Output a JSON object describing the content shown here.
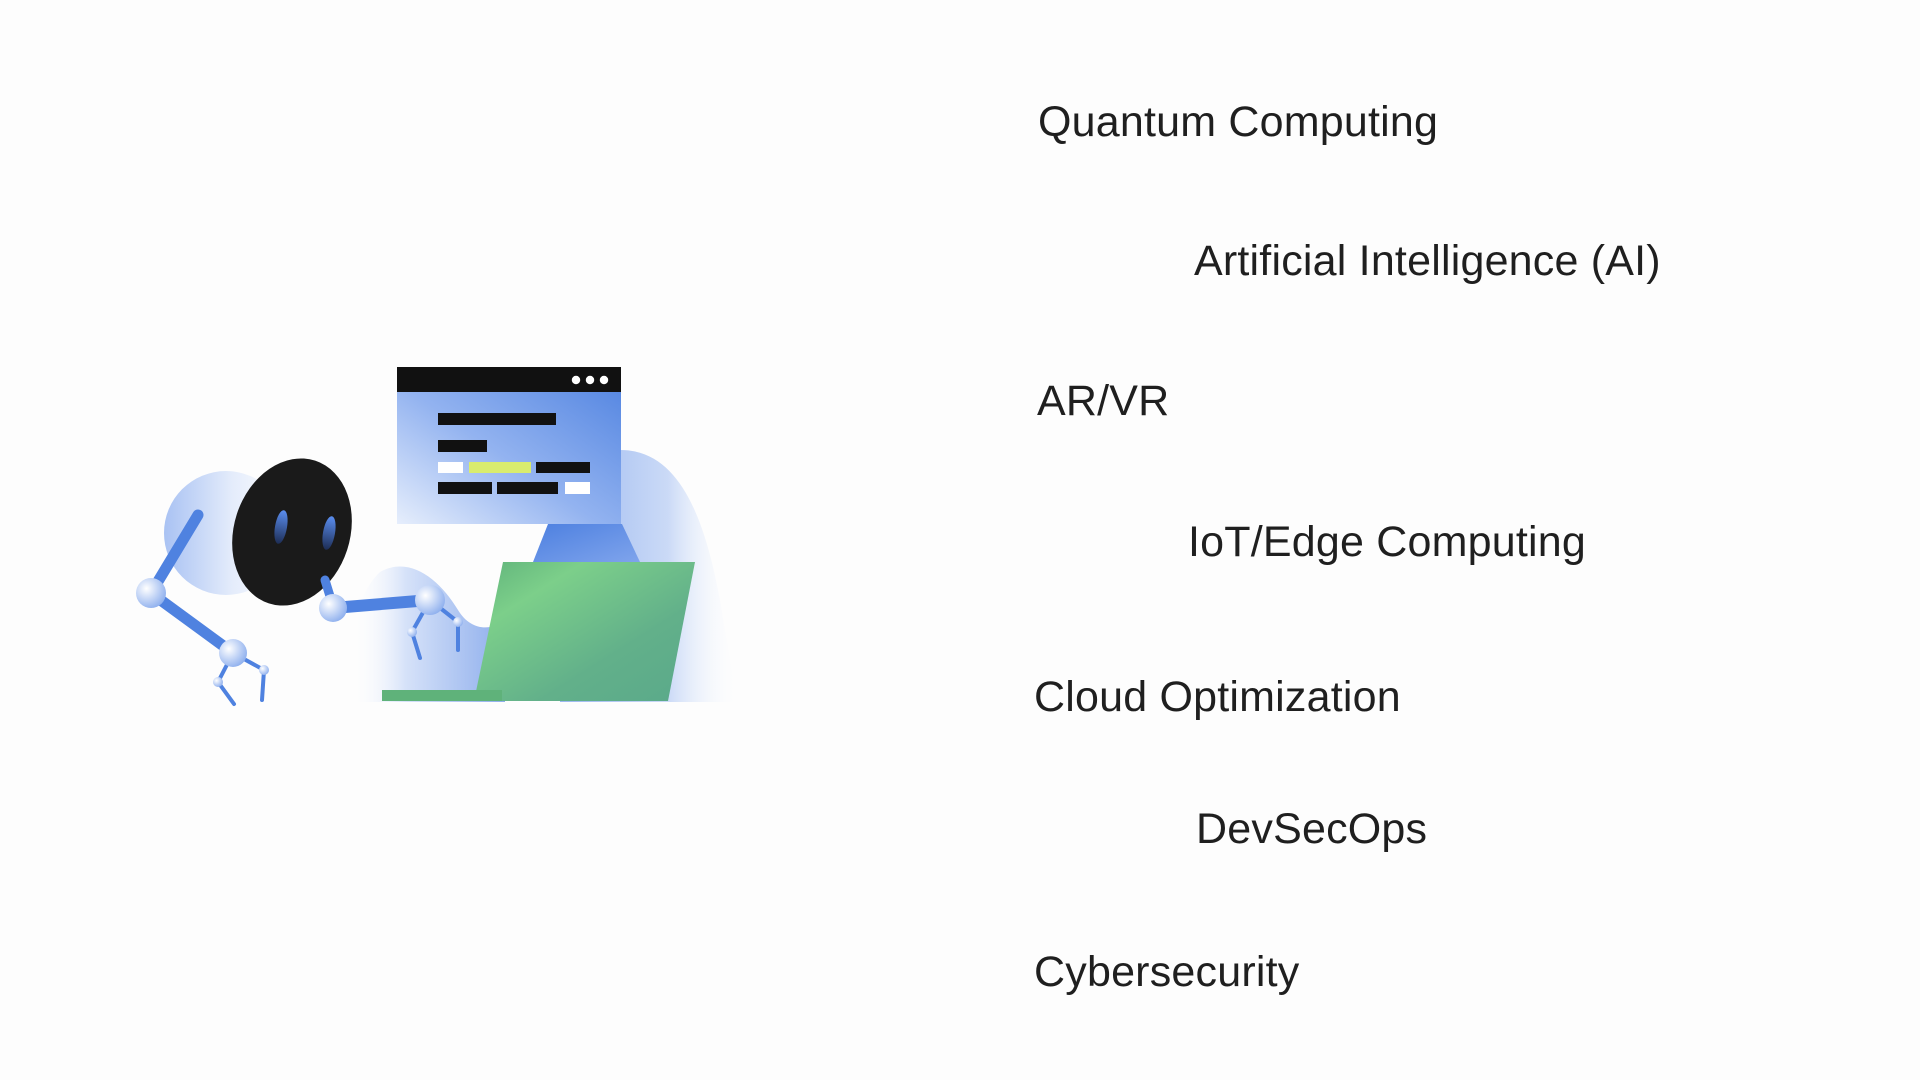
{
  "illustration": {
    "subject": "robot-at-laptop",
    "colors": {
      "robot_blue": "#4f82e0",
      "robot_light": "#aec6f3",
      "face_black": "#1a1a1a",
      "laptop_green_light": "#7ccf8a",
      "laptop_green_dark": "#5aa98a",
      "window_bar": "#111111",
      "window_blue": "#5b8ae3",
      "highlight_lime": "#d9ec6e"
    }
  },
  "topics": [
    {
      "label": "Quantum Computing"
    },
    {
      "label": "Artificial Intelligence (AI)"
    },
    {
      "label": "AR/VR"
    },
    {
      "label": "IoT/Edge Computing"
    },
    {
      "label": "Cloud Optimization"
    },
    {
      "label": "DevSecOps"
    },
    {
      "label": "Cybersecurity"
    }
  ]
}
